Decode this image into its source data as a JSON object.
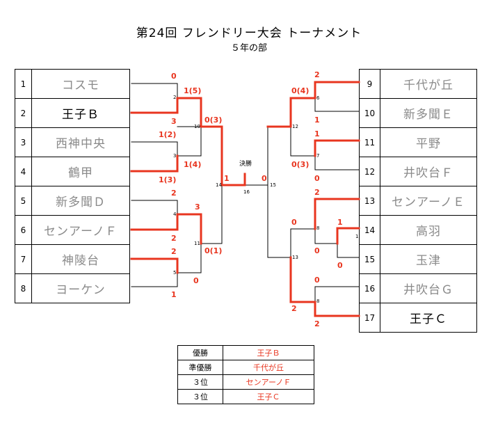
{
  "title": "第24回 フレンドリー大会 トーナメント",
  "subtitle": "５年の部",
  "left_teams": [
    {
      "num": "1",
      "name": "コスモ",
      "winner": false
    },
    {
      "num": "2",
      "name": "王子Ｂ",
      "winner": true
    },
    {
      "num": "3",
      "name": "西神中央",
      "winner": false
    },
    {
      "num": "4",
      "name": "鶴甲",
      "winner": false
    },
    {
      "num": "5",
      "name": "新多聞Ｄ",
      "winner": false
    },
    {
      "num": "6",
      "name": "センアーノＦ",
      "winner": false
    },
    {
      "num": "7",
      "name": "神陵台",
      "winner": false
    },
    {
      "num": "8",
      "name": "ヨーケン",
      "winner": false
    }
  ],
  "right_teams": [
    {
      "num": "9",
      "name": "千代が丘",
      "winner": false
    },
    {
      "num": "10",
      "name": "新多聞Ｅ",
      "winner": false
    },
    {
      "num": "11",
      "name": "平野",
      "winner": false
    },
    {
      "num": "12",
      "name": "井吹台Ｆ",
      "winner": false
    },
    {
      "num": "13",
      "name": "センアーノＥ",
      "winner": false
    },
    {
      "num": "14",
      "name": "高羽",
      "winner": false
    },
    {
      "num": "15",
      "name": "玉津",
      "winner": false
    },
    {
      "num": "16",
      "name": "井吹台Ｇ",
      "winner": false
    },
    {
      "num": "17",
      "name": "王子Ｃ",
      "winner": true
    }
  ],
  "final_label": "決勝",
  "match_numbers": [
    "1",
    "2",
    "3",
    "4",
    "5",
    "6",
    "7",
    "8",
    "10",
    "11",
    "12",
    "13",
    "14",
    "15",
    "16"
  ],
  "scores": [
    "0",
    "3",
    "1(5)",
    "1(2)",
    "1(3)",
    "1(4)",
    "0(3)",
    "1",
    "2",
    "3",
    "0(1)",
    "2",
    "0",
    "1",
    "0",
    "0(4)",
    "2",
    "1",
    "1",
    "0(3)",
    "0",
    "2",
    "0",
    "1",
    "0",
    "0",
    "2",
    "2"
  ],
  "results": [
    {
      "rank": "優勝",
      "team": "王子Ｂ"
    },
    {
      "rank": "準優勝",
      "team": "千代が丘"
    },
    {
      "rank": "３位",
      "team": "センアーノＦ"
    },
    {
      "rank": "３位",
      "team": "王子Ｃ"
    }
  ],
  "colors": {
    "win_line": "#e8351f",
    "line": "#000000",
    "score": "#e8351f",
    "loser_text": "#8a8a8a"
  }
}
